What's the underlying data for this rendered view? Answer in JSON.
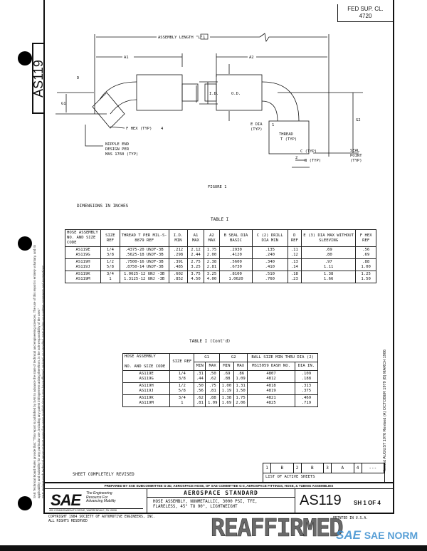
{
  "side_tab": "AS119",
  "fed_sup_class": {
    "label": "FED SUP. CL.",
    "value": "4720"
  },
  "legal_notice": {
    "line1": "SAE Technical Board Rules provide that: \"This report is published by SAE to advance the state of technical and engineering sciences. The use of this report is entirely voluntary, and its",
    "line2": "applicability and suitability for any particular use, including any patent infringement arising therefrom, is the sole responsibility of the user.\"",
    "line3": "SAE reviews each technical report at least every five years at which time it may be reaffirmed, revised, or cancelled. SAE invites your written comments and suggestions."
  },
  "figure": {
    "assembly_length": "ASSEMBLY LENGTH \"L\"",
    "note_1": "1",
    "a1": "A1",
    "a2": "A2",
    "d": "D",
    "g1": "G1",
    "g2": "G2",
    "id": "I.D.",
    "od": "O.D.",
    "f_hex": "F HEX (TYP)",
    "note_4": "4",
    "nipple": [
      "NIPPLE END",
      "DESIGN PER",
      "MAS 1760 (TYP)"
    ],
    "e_dia": [
      "E DIA",
      "(TYP)"
    ],
    "note_e": "1",
    "thread": [
      "THREAD",
      "T (TYP)"
    ],
    "c_typ": "C (TYP)",
    "b_typ": "B (TYP)",
    "note_2": "2",
    "seal": [
      "SEAL",
      "POINT",
      "(TYP)"
    ],
    "caption": "FIGURE 1"
  },
  "dimensions_note": "DIMENSIONS IN INCHES",
  "table1": {
    "title": "TABLE I",
    "headers": [
      "HOSE ASSEMBLY\nNO. AND SIZE CODE",
      "SIZE REF",
      "THREAD T PER MIL-S-8879 REF",
      "I.D. MIN",
      "A1 MAX",
      "A2 MAX",
      "B SEAL DIA BASIC",
      "C (2) DRILL DIA MIN",
      "D REF",
      "E (3) DIA MAX WITHOUT SLEEVING",
      "F HEX REF"
    ],
    "groups": [
      [
        [
          "AS119E",
          "1/4",
          ".4375-20 UNJF-3B",
          ".212",
          "2.12",
          "1.75",
          ".2930",
          ".135",
          ".11",
          ".69",
          ".56"
        ],
        [
          "AS119G",
          "3/8",
          ".5625-18 UNJF-3B",
          ".298",
          "2.44",
          "2.00",
          ".4120",
          ".240",
          ".12",
          ".80",
          ".69"
        ]
      ],
      [
        [
          "AS119H",
          "1/2",
          ".7500-16 UNJF-3B",
          ".391",
          "2.75",
          "2.38",
          ".5600",
          ".340",
          ".13",
          ".97",
          ".88"
        ],
        [
          "AS119J",
          "5/8",
          ".8750-14 UNJF-3B",
          ".485",
          "3.25",
          "2.81",
          ".6730",
          ".410",
          ".14",
          "1.11",
          "1.00"
        ]
      ],
      [
        [
          "AS119K",
          "3/4",
          "1.0625-12 UNJ -3B",
          ".602",
          "3.75",
          "3.25",
          ".8100",
          ".510",
          ".18",
          "1.38",
          "1.25"
        ],
        [
          "AS119M",
          "1",
          "1.3125-12 UNJ -3B",
          ".852",
          "4.50",
          "4.00",
          "1.0620",
          ".760",
          ".23",
          "1.66",
          "1.50"
        ]
      ]
    ]
  },
  "table2": {
    "title": "TABLE I (Cont'd)",
    "headers": {
      "assembly": "HOSE ASSEMBLY",
      "assembly2": "NO. AND SIZE CODE",
      "size": "SIZE REF",
      "g1": "G1",
      "g2": "G2",
      "min": "MIN",
      "max": "MAX",
      "ball": "BALL SIZE MIN THRU DIA (2)",
      "dash": "MS15059 DASH NO.",
      "dia": "DIA IN."
    },
    "groups": [
      [
        [
          "AS119E",
          "1/4",
          ".31",
          ".50",
          ".69",
          ".86",
          "4807",
          ".109"
        ],
        [
          "AS119G",
          "3/8",
          ".44",
          ".62",
          ".88",
          "1.09",
          "4812",
          ".188"
        ]
      ],
      [
        [
          "AS119H",
          "1/2",
          ".50",
          ".75",
          "1.00",
          "1.31",
          "4818",
          ".313"
        ],
        [
          "AS119J",
          "5/8",
          ".56",
          ".81",
          "1.19",
          "1.50",
          "4819",
          ".375"
        ]
      ],
      [
        [
          "AS119K",
          "3/4",
          ".62",
          ".88",
          "1.38",
          "1.75",
          "4821",
          ".469"
        ],
        [
          "AS119M",
          "1",
          ".81",
          "1.09",
          "1.69",
          "2.06",
          "4825",
          ".719"
        ]
      ]
    ]
  },
  "revision_history": "Issued AUGUST 1976   Revised (A) OCTOBER 1979   (B) MARCH 1986",
  "sheet_note": "SHEET COMPLETELY REVISED",
  "active_sheets": {
    "label": "LIST OF ACTIVE SHEETS",
    "cells": [
      "1",
      "B",
      "2",
      "B",
      "3",
      "A",
      "4",
      "---"
    ]
  },
  "prepared_by": "PREPARED BY SAE SUBCOMMITTEE G-3D, AEROSPACE HOSE, OF SAE COMMITTEE G-3, AEROSPACE FITTINGS, HOSE, & TUBING ASSEMBLIES",
  "sae": {
    "logo": "SAE",
    "tagline": [
      "The Engineering",
      "Resource For",
      "Advancing Mobility"
    ],
    "address": "400 COMMONWEALTH DRIVE, WARRENDALE, PA 15096"
  },
  "title_block": {
    "heading": "AEROSPACE STANDARD",
    "title": [
      "HOSE ASSEMBLY, NONMETALLIC, 3000 PSI, TFE,",
      "FLARELESS, 45° TO 90°, LIGHTWEIGHT"
    ],
    "doc_no": "AS119",
    "sheet": "SH 1 OF 4"
  },
  "copyright": [
    "COPYRIGHT 1984 SOCIETY OF AUTOMOTIVE ENGINEERS, INC.",
    "ALL RIGHTS RESERVED"
  ],
  "printed": "PRINTED IN U.S.A.",
  "stamp": "REAFFIRMED",
  "watermark": "SAE NORM",
  "colors": {
    "watermark": "#3b8fd0"
  }
}
